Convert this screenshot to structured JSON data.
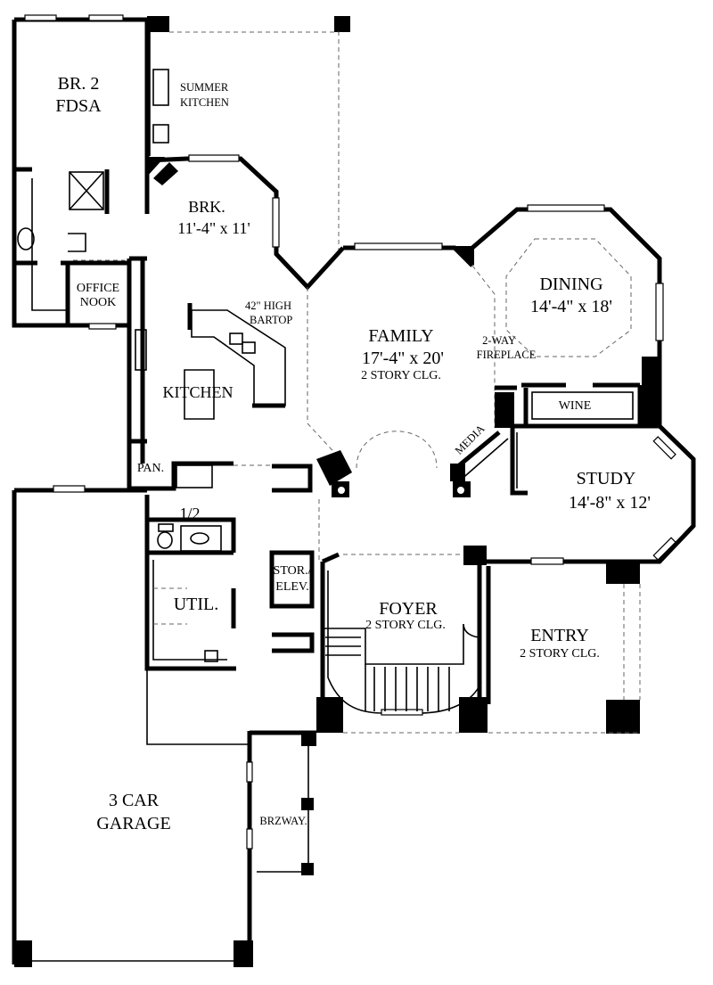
{
  "rooms": {
    "br2_line1": "BR. 2",
    "br2_line2": "FDSA",
    "summer_line1": "SUMMER",
    "summer_line2": "KITCHEN",
    "brk_name": "BRK.",
    "brk_size": "11'-4\" x 11'",
    "office_line1": "OFFICE",
    "office_line2": "NOOK",
    "bartop_line1": "42\" HIGH",
    "bartop_line2": "BARTOP",
    "kitchen": "KITCHEN",
    "family_name": "FAMILY",
    "family_size": "17'-4\" x 20'",
    "family_clg": "2 STORY CLG.",
    "dining_name": "DINING",
    "dining_size": "14'-4\" x 18'",
    "fireplace_line1": "2-WAY",
    "fireplace_line2": "FIREPLACE",
    "wine": "WINE",
    "media": "MEDIA",
    "pantry": "PAN.",
    "study_name": "STUDY",
    "study_size": "14'-8\" x 12'",
    "half_bath": "1/2",
    "stor_line1": "STOR./",
    "stor_line2": "ELEV.",
    "util": "UTIL.",
    "foyer_name": "FOYER",
    "foyer_clg": "2 STORY CLG.",
    "entry_name": "ENTRY",
    "entry_clg": "2 STORY CLG.",
    "garage_line1": "3 CAR",
    "garage_line2": "GARAGE",
    "breezeway": "BRZWAY."
  }
}
